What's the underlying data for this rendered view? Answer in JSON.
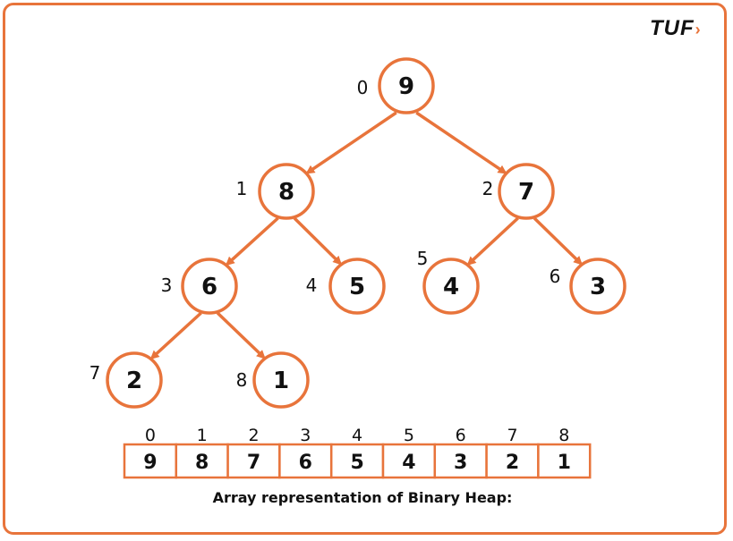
{
  "logo": {
    "text": "TUF",
    "chevron": "›"
  },
  "heap": {
    "values": [
      "9",
      "8",
      "7",
      "6",
      "5",
      "4",
      "3",
      "2",
      "1"
    ],
    "indices": [
      "0",
      "1",
      "2",
      "3",
      "4",
      "5",
      "6",
      "7",
      "8"
    ]
  },
  "caption": "Array representation of Binary Heap:",
  "colors": {
    "accent": "#e8743b",
    "text": "#111111"
  }
}
